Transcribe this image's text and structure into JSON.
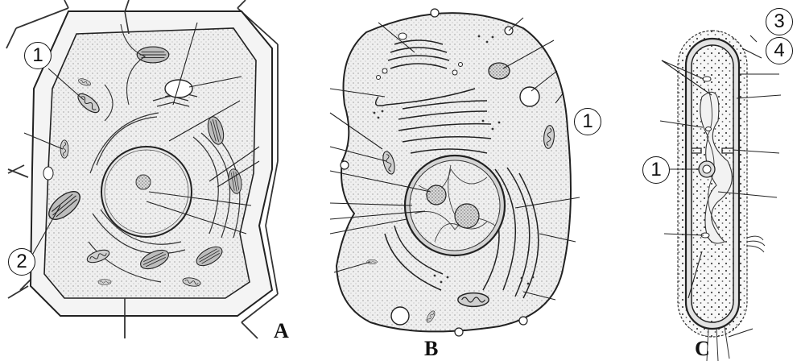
{
  "figure": {
    "cells": [
      {
        "id": "A",
        "caption": "A",
        "kind": "plant cell"
      },
      {
        "id": "B",
        "caption": "B",
        "kind": "animal cell"
      },
      {
        "id": "C",
        "caption": "C",
        "kind": "bacterial cell"
      }
    ],
    "markers": {
      "a1": "1",
      "a2": "2",
      "b1": "1",
      "c1": "1",
      "c3": "3",
      "c4": "4"
    }
  }
}
